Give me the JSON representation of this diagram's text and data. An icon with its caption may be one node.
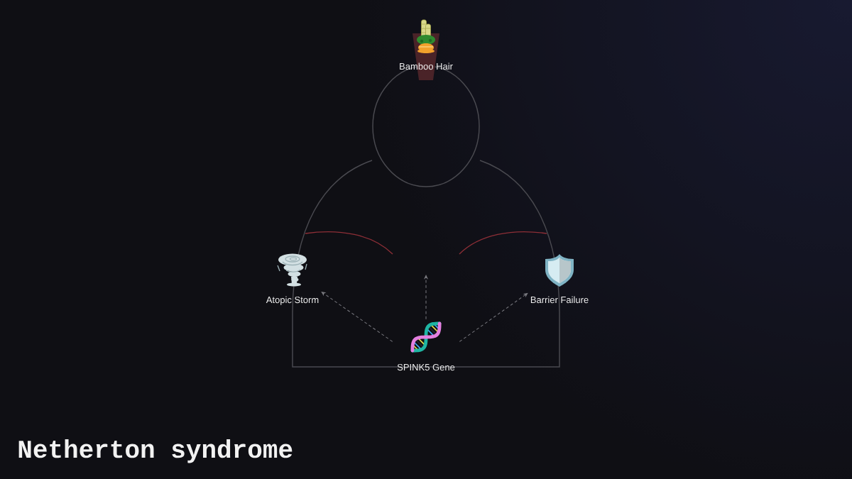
{
  "diagram": {
    "title": "Netherton syndrome",
    "nodes": [
      {
        "text": [
          "Bamboo Hair"
        ]
      },
      {
        "text": [
          "Atopic Storm"
        ]
      },
      {
        "text": [
          "Barrier Failure"
        ]
      },
      {
        "text": [
          "SPINK5 Gene"
        ]
      }
    ],
    "edges": [
      {
        "from": 3,
        "to": 1,
        "arrow": "to",
        "style": "dashed"
      },
      {
        "from": 3,
        "to": null,
        "arrow": "to",
        "style": "dashed"
      },
      {
        "from": 3,
        "to": 2,
        "arrow": "to",
        "style": "dashed"
      }
    ]
  }
}
